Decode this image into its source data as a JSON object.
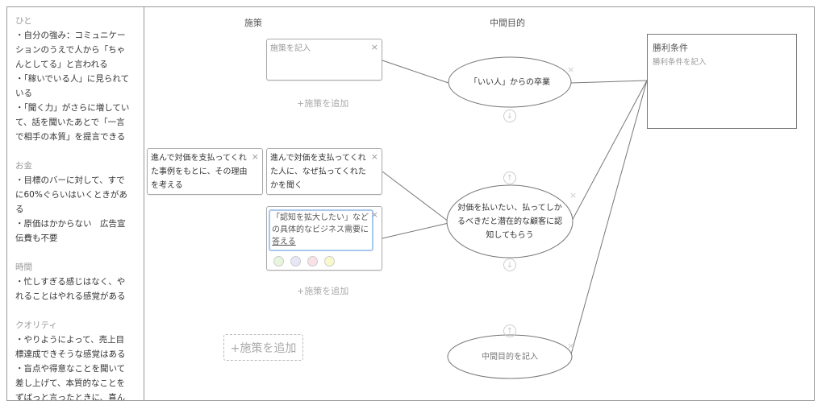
{
  "left_panel": {
    "sections": [
      {
        "title": "ひと",
        "body": "・自分の強み：コミュニケー\nションのうえで人から「ちゃ\nんとしてる」と言われる\n・「稼いでいる人」に見られて\nいる\n・「聞く力」がさらに増してい\nて、話を聞いたあとで「一言\nで相手の本質」を提言できる"
      },
      {
        "title": "お金",
        "body": "・目標のバーに対して、すで\nに60%ぐらいはいくときがあ\nる\n・原価はかからない　広告宣\n伝費も不要"
      },
      {
        "title": "時間",
        "body": "・忙しすぎる感じはなく、や\nれることはやれる感覚がある"
      },
      {
        "title": "クオリティ",
        "body": "・やりようによって、売上目\n標達成できそうな感覚はある\n・盲点や得意なことを聞いて\n差し上げて、本質的なことを\nずばっと言ったときに、喜ん\nでもらえている"
      }
    ]
  },
  "columns": {
    "measures": "施策",
    "intermediate": "中間目的"
  },
  "cards": {
    "c1": "施策を記入",
    "c2": "進んで対価を支払ってくれ\nた事例をもとに、その理由\nを考える",
    "c3": "進んで対価を支払ってくれ\nた人に、なぜ払ってくれた\nかを聞く",
    "c4a": "「認知を拡大したい」など\nの具体的なビジネス需要に\n",
    "c4b": "答える"
  },
  "close_glyph": "×",
  "add_measure": "+施策を追加",
  "goals": {
    "g1": "「いい人」からの卒業",
    "g2": "対価を払いたい、払ってしか\nるべきだと潜在的な顧客に認\n知してもらう",
    "g3": "中間目的を記入"
  },
  "arrows": {
    "down": "↓",
    "up": "↑"
  },
  "win": {
    "title": "勝利条件",
    "placeholder": "勝利条件を記入"
  },
  "colors": {
    "green": "#e6f5dc",
    "purple": "#e6e6f5",
    "pink": "#f8e2e6",
    "yellow": "#f8f8cc",
    "focus": "#a9c8f0"
  }
}
